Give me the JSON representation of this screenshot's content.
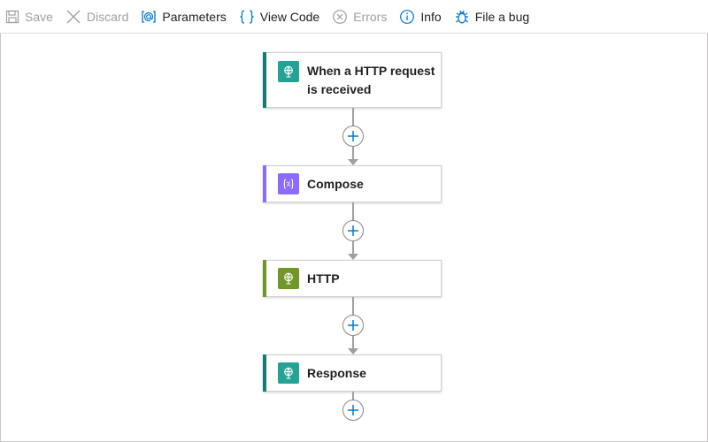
{
  "toolbar": {
    "save": {
      "label": "Save",
      "icon": "save-icon"
    },
    "discard": {
      "label": "Discard",
      "icon": "close-icon"
    },
    "parameters": {
      "label": "Parameters",
      "icon": "parameters-icon"
    },
    "view_code": {
      "label": "View Code",
      "icon": "braces-icon"
    },
    "errors": {
      "label": "Errors",
      "icon": "error-circle-icon"
    },
    "info": {
      "label": "Info",
      "icon": "info-icon"
    },
    "file_bug": {
      "label": "File a bug",
      "icon": "bug-icon"
    }
  },
  "workflow": {
    "steps": [
      {
        "title": "When a HTTP request is received",
        "icon": "http-request-icon",
        "accent": "#117d7b",
        "badge": "#24a296"
      },
      {
        "title": "Compose",
        "icon": "compose-icon",
        "accent": "#8c6cff",
        "badge": "#8c6cff"
      },
      {
        "title": "HTTP",
        "icon": "http-icon",
        "accent": "#709727",
        "badge": "#709727"
      },
      {
        "title": "Response",
        "icon": "response-icon",
        "accent": "#117d7b",
        "badge": "#24a296"
      }
    ]
  },
  "colors": {
    "accent_blue": "#0078d4",
    "disabled": "#a19f9d"
  }
}
